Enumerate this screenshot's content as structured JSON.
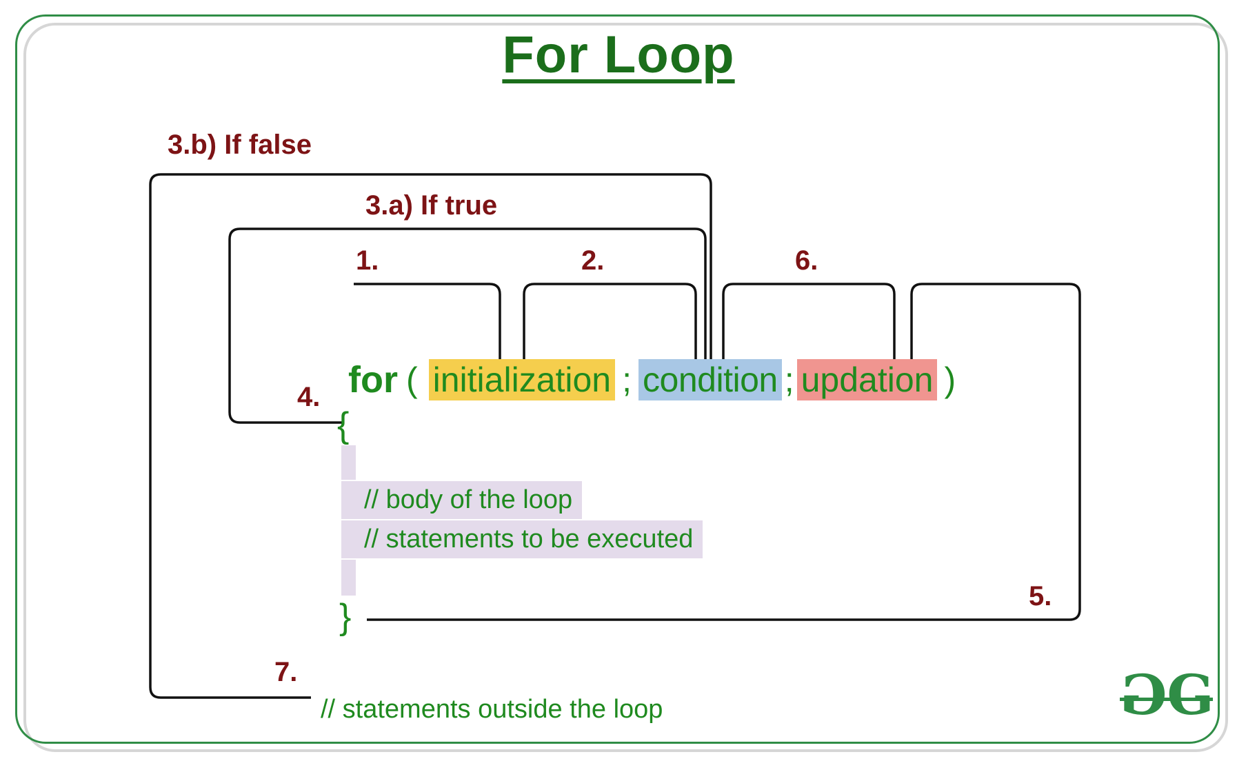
{
  "title": {
    "text": "For Loop"
  },
  "flow_labels": {
    "if_false": "3.b) If false",
    "if_true": "3.a) If true",
    "step_1": "1.",
    "step_2": "2.",
    "step_4": "4.",
    "step_5": "5.",
    "step_6": "6.",
    "step_7": "7."
  },
  "code": {
    "keyword": "for",
    "paren_open": "(",
    "initialization": "initialization",
    "separator_1": ";",
    "condition": "condition",
    "separator_2": ";",
    "updation": "updation",
    "paren_close": ")",
    "brace_open": "{",
    "brace_close": "}",
    "body_line_1": "// body of the loop",
    "body_line_2": "// statements to be executed",
    "outside_line": "// statements outside the loop"
  },
  "logo": {
    "g_left": "G",
    "g_right": "G"
  },
  "colors": {
    "accent_green": "#2F8D46",
    "frame_gray": "#D6D6D6",
    "title_green": "#1B6E1B",
    "code_green": "#1F8A1F",
    "label_maroon": "#7D1315",
    "highlight_initialization": "#F5CE4D",
    "highlight_condition": "#A8C7E5",
    "highlight_updation": "#F09590",
    "highlight_body": "#E4DBEB",
    "line_black": "#111111"
  }
}
